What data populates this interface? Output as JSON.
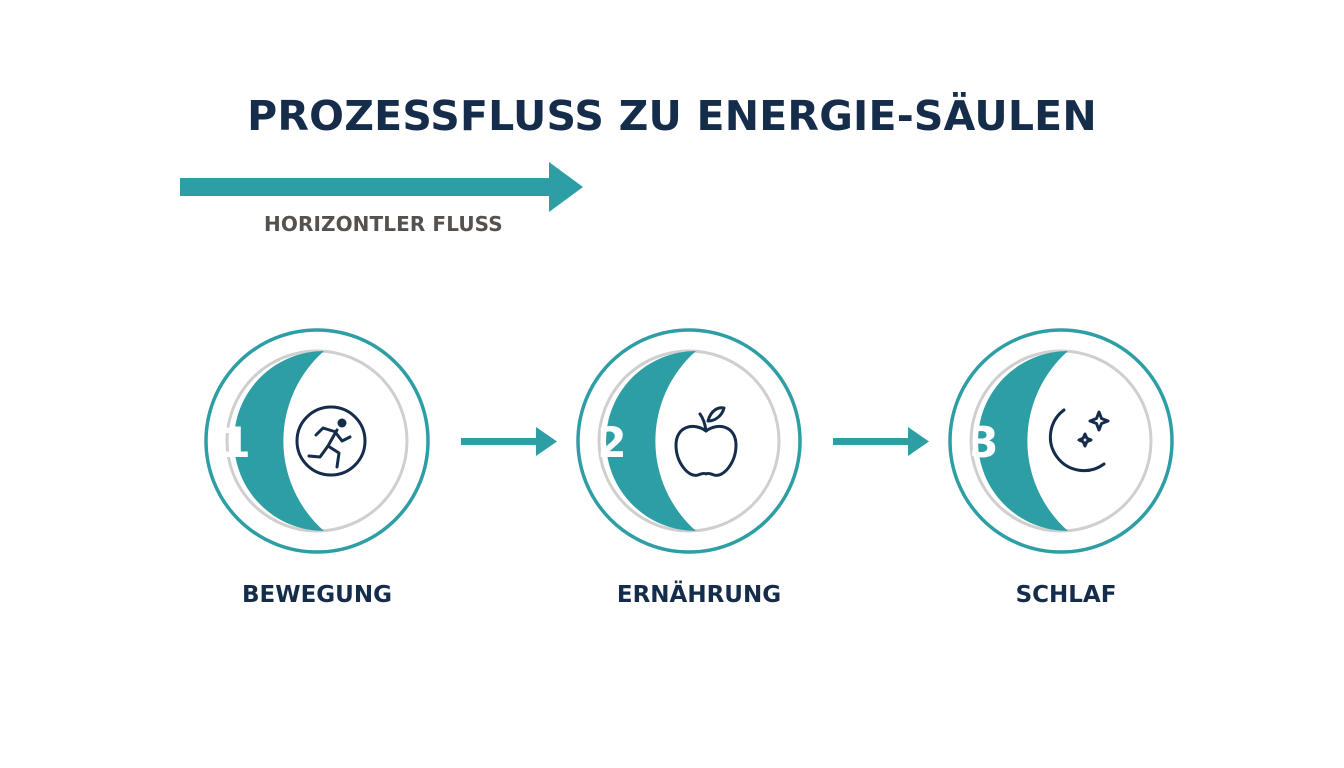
{
  "title": "PROZESSFLUSS ZU ENERGIE-SÄULEN",
  "flow_label": "HORIZONTLER FLUSS",
  "colors": {
    "teal": "#2e9ea5",
    "navy": "#152d4a",
    "ring_gray": "#cfcfcf",
    "label_gray": "#57514d"
  },
  "steps": [
    {
      "number": "1",
      "icon": "running-person-icon",
      "label": "BEWEGUNG"
    },
    {
      "number": "2",
      "icon": "apple-icon",
      "label": "ERNÄHRUNG"
    },
    {
      "number": "3",
      "icon": "moon-stars-icon",
      "label": "SCHLAF"
    }
  ]
}
